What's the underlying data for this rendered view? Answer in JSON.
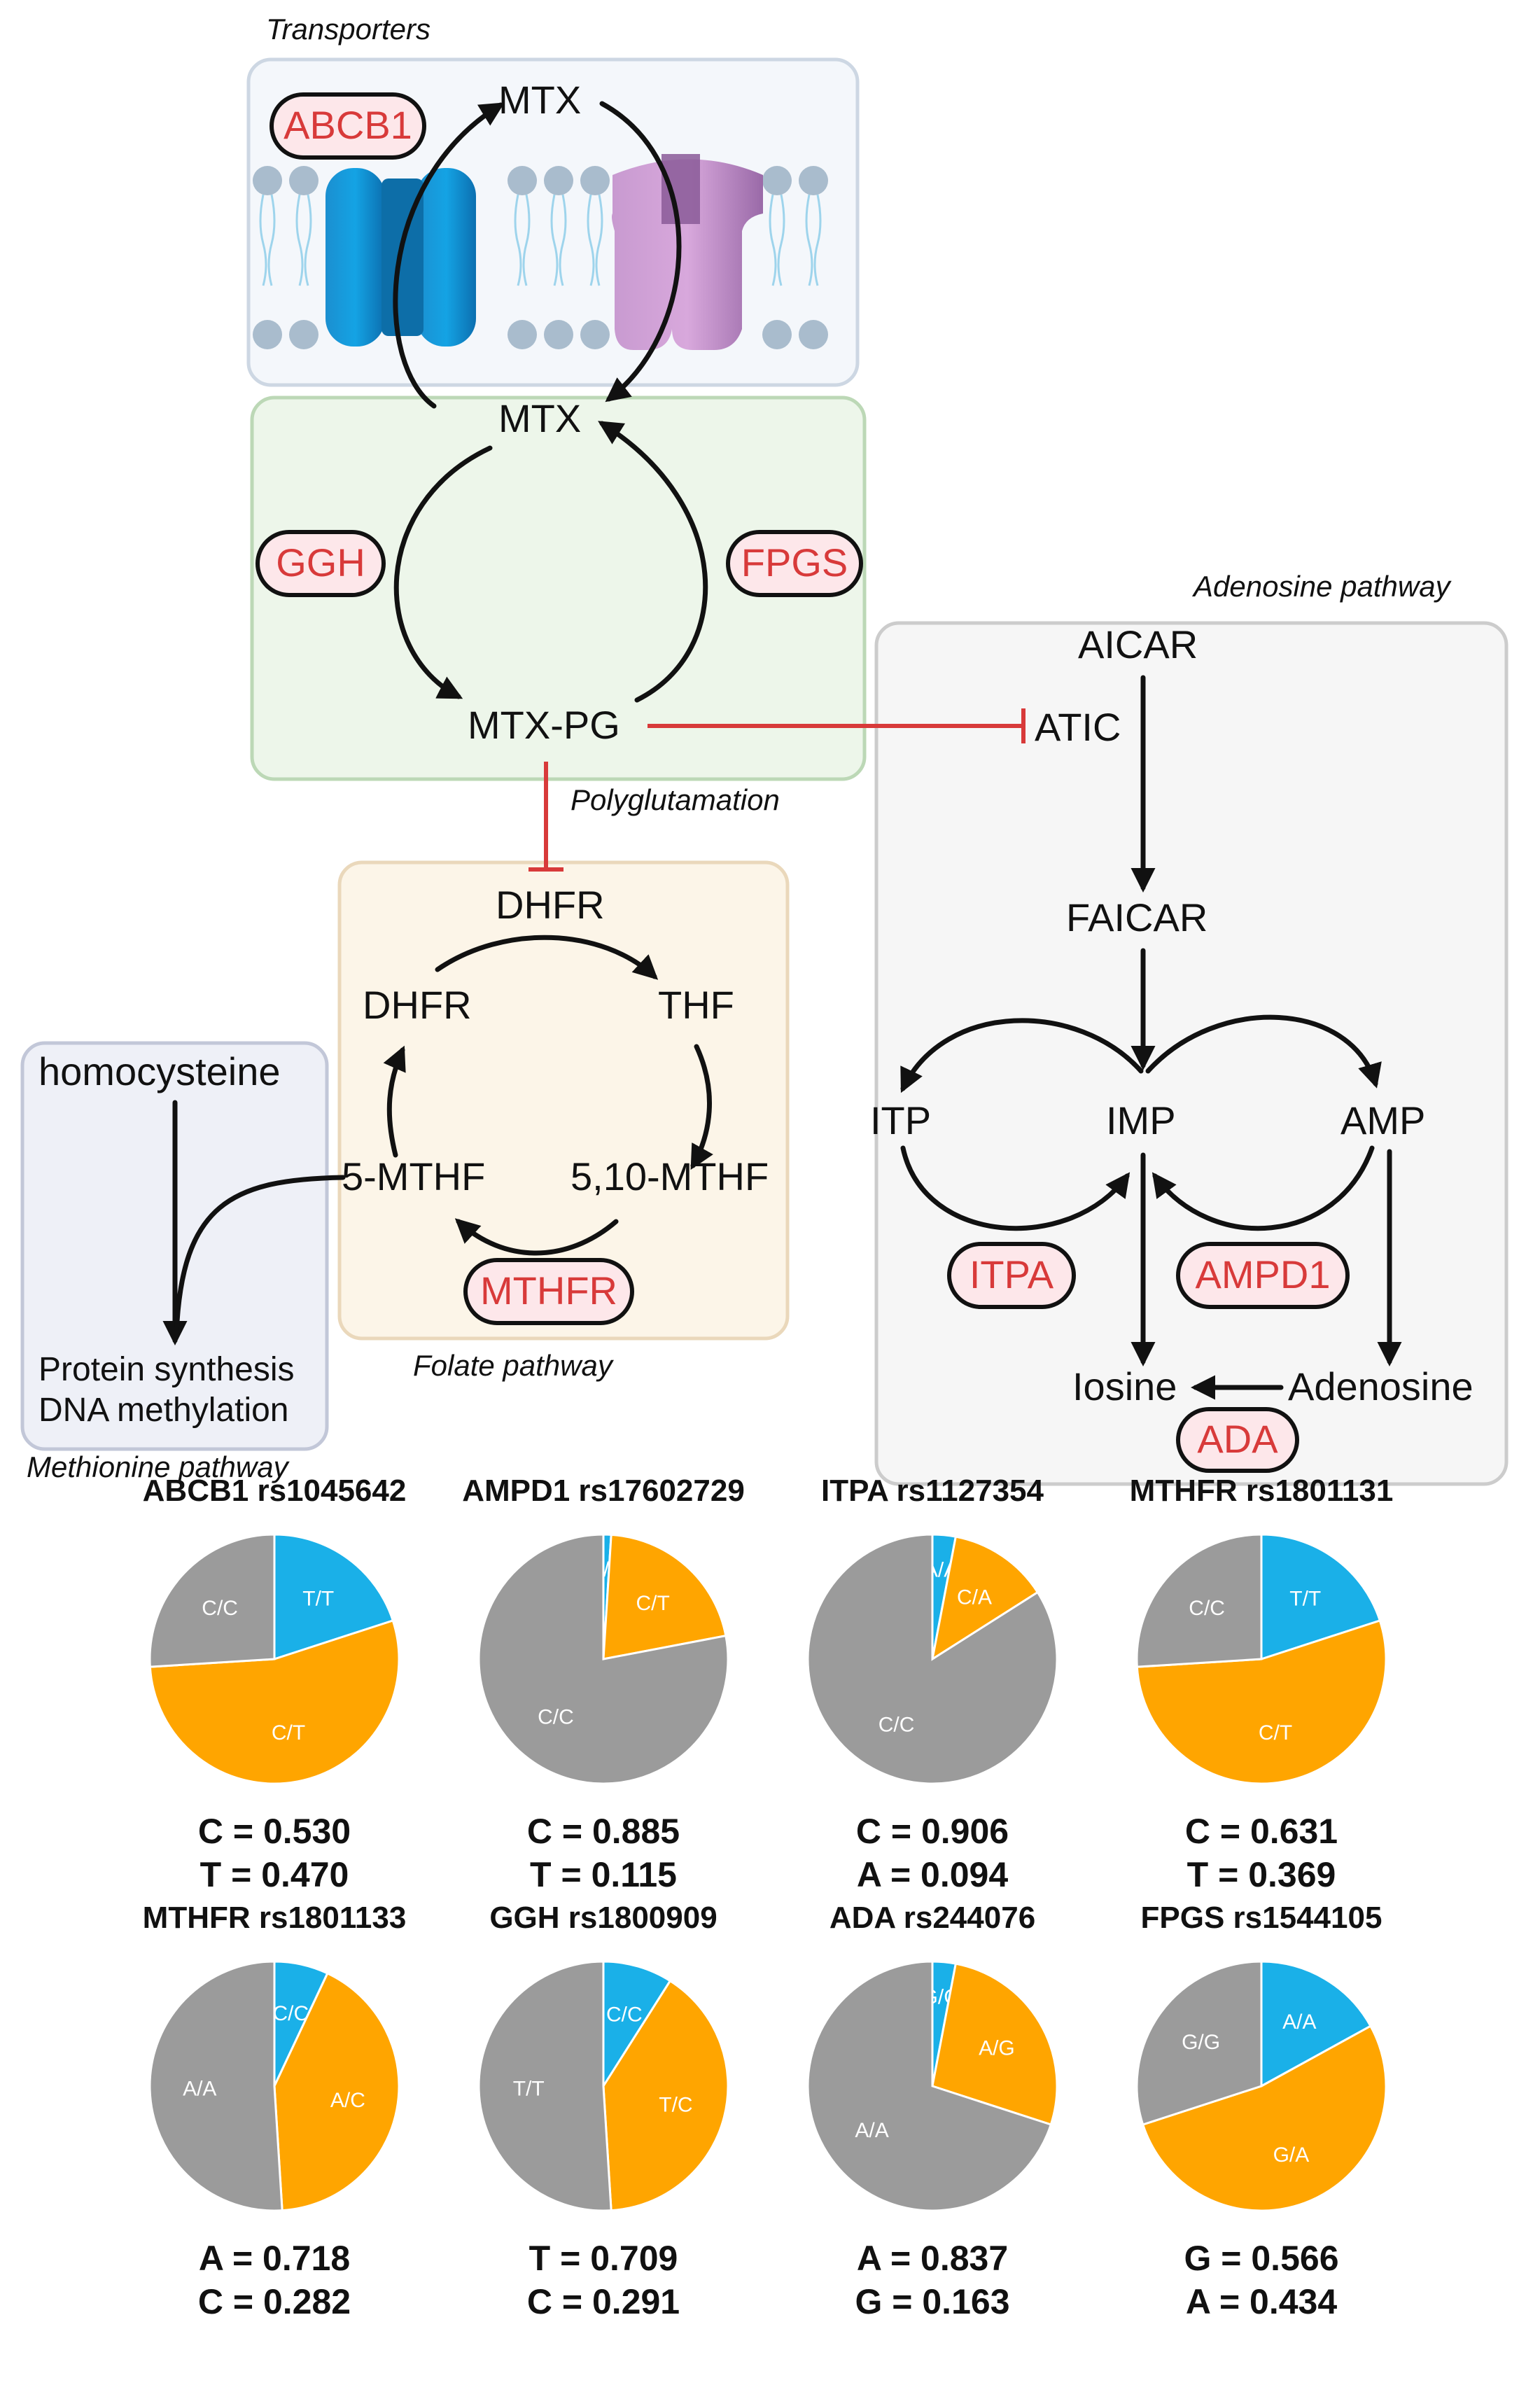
{
  "diagram": {
    "sections": {
      "transporters": "Transporters",
      "polyglutamation": "Polyglutamation",
      "adenosine": "Adenosine pathway",
      "folate": "Folate pathway",
      "methionine": "Methionine pathway"
    },
    "nodes": {
      "mtx_out": "MTX",
      "mtx_in": "MTX",
      "mtx_pg": "MTX-PG",
      "aicar": "AICAR",
      "atic": "ATIC",
      "faicar": "FAICAR",
      "itp": "ITP",
      "imp": "IMP",
      "amp": "AMP",
      "iosine": "Iosine",
      "adenosine": "Adenosine",
      "dhfr_top": "DHFR",
      "dhfr_left": "DHFR",
      "thf": "THF",
      "mthf_510": "5,10-MTHF",
      "mthf_5": "5-MTHF",
      "homocysteine": "homocysteine",
      "protein_synthesis": "Protein synthesis",
      "dna_methylation": "DNA methylation"
    },
    "genes": {
      "abcb1": "ABCB1",
      "ggh": "GGH",
      "fpgs": "FPGS",
      "itpa": "ITPA",
      "ampd1": "AMPD1",
      "ada": "ADA",
      "mthfr": "MTHFR"
    },
    "colors": {
      "homozygous_alt": "#1ab0e8",
      "heterozygous": "#ffa500",
      "homozygous_ref": "#9b9b9b",
      "gene_label": "#d83a3a",
      "inhibition": "#d83a3a"
    }
  },
  "chart_data": [
    {
      "type": "pie",
      "title": "ABCB1 rs1045642",
      "slices": [
        {
          "label": "T/T",
          "value": 20,
          "color": "#1ab0e8"
        },
        {
          "label": "C/T",
          "value": 54,
          "color": "#ffa500"
        },
        {
          "label": "C/C",
          "value": 26,
          "color": "#9b9b9b"
        }
      ],
      "freq": [
        "C = 0.530",
        "T = 0.470"
      ]
    },
    {
      "type": "pie",
      "title": "AMPD1 rs17602729",
      "slices": [
        {
          "label": "T/T",
          "value": 1,
          "color": "#1ab0e8"
        },
        {
          "label": "C/T",
          "value": 21,
          "color": "#ffa500"
        },
        {
          "label": "C/C",
          "value": 78,
          "color": "#9b9b9b"
        }
      ],
      "freq": [
        "C = 0.885",
        "T = 0.115"
      ]
    },
    {
      "type": "pie",
      "title": "ITPA rs1127354",
      "slices": [
        {
          "label": "A/A",
          "value": 3,
          "color": "#1ab0e8"
        },
        {
          "label": "C/A",
          "value": 13,
          "color": "#ffa500"
        },
        {
          "label": "C/C",
          "value": 84,
          "color": "#9b9b9b"
        }
      ],
      "freq": [
        "C = 0.906",
        "A = 0.094"
      ]
    },
    {
      "type": "pie",
      "title": "MTHFR rs1801131",
      "slices": [
        {
          "label": "T/T",
          "value": 20,
          "color": "#1ab0e8"
        },
        {
          "label": "C/T",
          "value": 54,
          "color": "#ffa500"
        },
        {
          "label": "C/C",
          "value": 26,
          "color": "#9b9b9b"
        }
      ],
      "freq": [
        "C = 0.631",
        "T = 0.369"
      ]
    },
    {
      "type": "pie",
      "title": "MTHFR rs1801133",
      "slices": [
        {
          "label": "C/C",
          "value": 7,
          "color": "#1ab0e8"
        },
        {
          "label": "A/C",
          "value": 42,
          "color": "#ffa500"
        },
        {
          "label": "A/A",
          "value": 51,
          "color": "#9b9b9b"
        }
      ],
      "freq": [
        "A = 0.718",
        "C = 0.282"
      ]
    },
    {
      "type": "pie",
      "title": "GGH rs1800909",
      "slices": [
        {
          "label": "C/C",
          "value": 9,
          "color": "#1ab0e8"
        },
        {
          "label": "T/C",
          "value": 40,
          "color": "#ffa500"
        },
        {
          "label": "T/T",
          "value": 51,
          "color": "#9b9b9b"
        }
      ],
      "freq": [
        "T = 0.709",
        "C = 0.291"
      ]
    },
    {
      "type": "pie",
      "title": "ADA rs244076",
      "slices": [
        {
          "label": "G/G",
          "value": 3,
          "color": "#1ab0e8"
        },
        {
          "label": "A/G",
          "value": 27,
          "color": "#ffa500"
        },
        {
          "label": "A/A",
          "value": 70,
          "color": "#9b9b9b"
        }
      ],
      "freq": [
        "A = 0.837",
        "G = 0.163"
      ]
    },
    {
      "type": "pie",
      "title": "FPGS rs1544105",
      "slices": [
        {
          "label": "A/A",
          "value": 17,
          "color": "#1ab0e8"
        },
        {
          "label": "G/A",
          "value": 53,
          "color": "#ffa500"
        },
        {
          "label": "G/G",
          "value": 30,
          "color": "#9b9b9b"
        }
      ],
      "freq": [
        "G = 0.566",
        "A = 0.434"
      ]
    }
  ]
}
